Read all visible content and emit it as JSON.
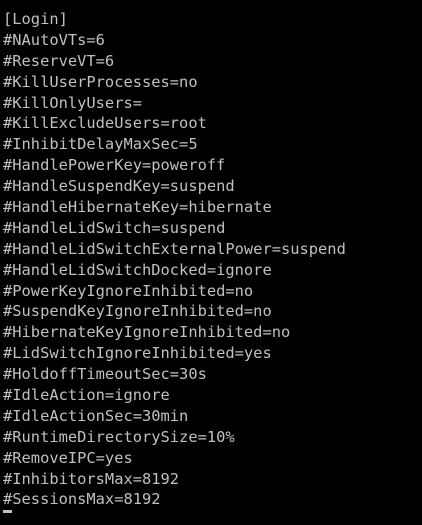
{
  "terminal": {
    "lines": [
      "[Login]",
      "#NAutoVTs=6",
      "#ReserveVT=6",
      "#KillUserProcesses=no",
      "#KillOnlyUsers=",
      "#KillExcludeUsers=root",
      "#InhibitDelayMaxSec=5",
      "#HandlePowerKey=poweroff",
      "#HandleSuspendKey=suspend",
      "#HandleHibernateKey=hibernate",
      "#HandleLidSwitch=suspend",
      "#HandleLidSwitchExternalPower=suspend",
      "#HandleLidSwitchDocked=ignore",
      "#PowerKeyIgnoreInhibited=no",
      "#SuspendKeyIgnoreInhibited=no",
      "#HibernateKeyIgnoreInhibited=no",
      "#LidSwitchIgnoreInhibited=yes",
      "#HoldoffTimeoutSec=30s",
      "#IdleAction=ignore",
      "#IdleActionSec=30min",
      "#RuntimeDirectorySize=10%",
      "#RemoveIPC=yes",
      "#InhibitorsMax=8192",
      "#SessionsMax=8192"
    ],
    "colors": {
      "background": "#000000",
      "foreground": "#c0c0c0"
    }
  }
}
